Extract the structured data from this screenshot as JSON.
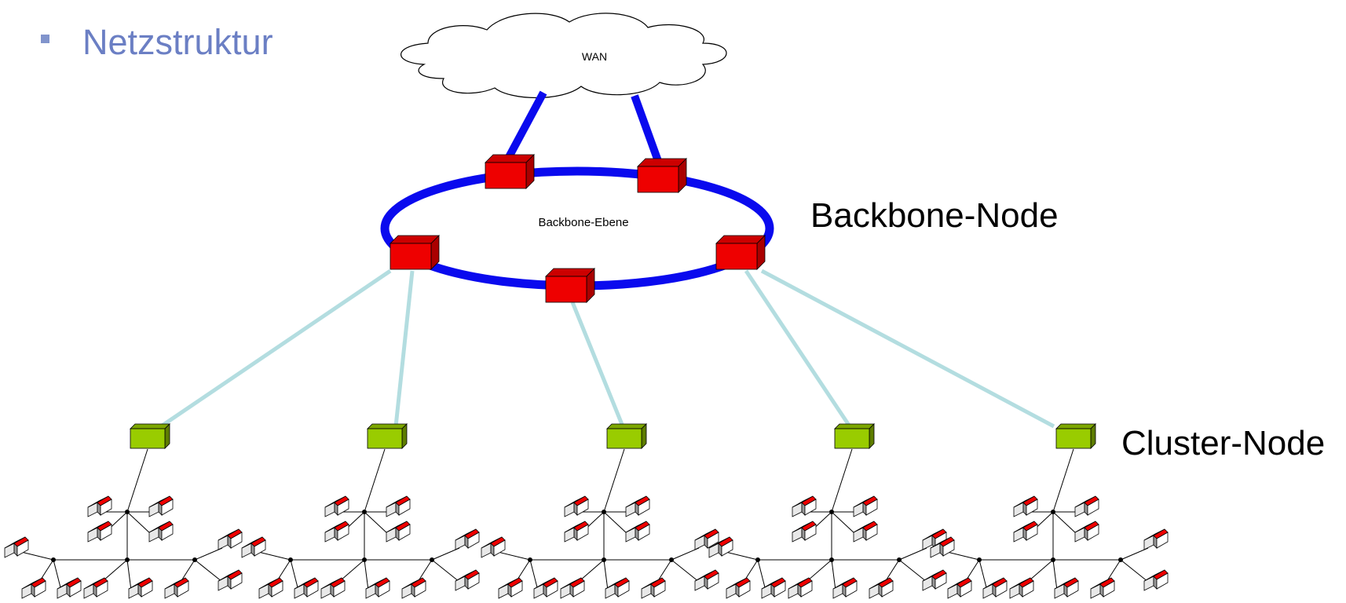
{
  "heading": "Netzstruktur",
  "wan_label": "WAN",
  "ring_label": "Backbone-Ebene",
  "backbone_node_label": "Backbone-Node",
  "cluster_node_label": "Cluster-Node",
  "colors": {
    "heading": "#6b7fc4",
    "bullet": "#8194cc",
    "backbone_link": "#0a0aee",
    "cluster_link": "#b3dde0",
    "backbone_node": "#ee0000",
    "cluster_node": "#99cc00",
    "house_roof": "#ee0000"
  }
}
